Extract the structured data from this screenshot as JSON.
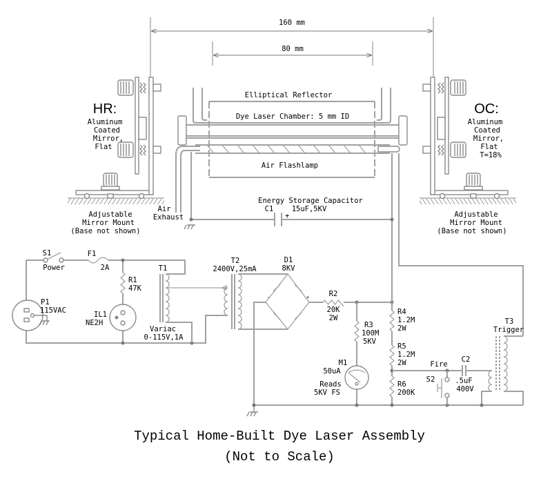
{
  "dimensions": {
    "overall": "160 mm",
    "chamber": "80 mm"
  },
  "laser": {
    "reflector": "Elliptical Reflector",
    "chamber": "Dye Laser Chamber: 5 mm ID",
    "flashlamp": "Air Flashlamp",
    "exhaust": [
      "Air",
      "Exhaust"
    ]
  },
  "hr_mirror": {
    "title": "HR:",
    "lines": [
      "Aluminum",
      "Coated",
      "Mirror,",
      "Flat"
    ],
    "mount": [
      "Adjustable",
      "Mirror Mount",
      "(Base not shown)"
    ]
  },
  "oc_mirror": {
    "title": "OC:",
    "lines": [
      "Aluminum",
      "Coated",
      "Mirror,",
      "Flat",
      "T=18%"
    ],
    "mount": [
      "Adjustable",
      "Mirror Mount",
      "(Base not shown)"
    ]
  },
  "c1": {
    "caption": "Energy Storage Capacitor",
    "ref": "C1",
    "value": "15uF,5KV",
    "polarity": "+"
  },
  "s1": {
    "ref": "S1",
    "label": "Power"
  },
  "f1": {
    "ref": "F1",
    "value": "2A"
  },
  "r1": {
    "ref": "R1",
    "value": "47K"
  },
  "p1": {
    "ref": "P1",
    "value": "115VAC"
  },
  "il1": {
    "ref": "IL1",
    "value": "NE2H"
  },
  "t1": {
    "ref": "T1",
    "lines": [
      "Variac",
      "0-115V,1A"
    ]
  },
  "t2": {
    "ref": "T2",
    "value": "2400V,25mA"
  },
  "d1": {
    "ref": "D1",
    "value": "8KV",
    "minus": "-",
    "plus": "+"
  },
  "r2": {
    "ref": "R2",
    "lines": [
      "20K",
      "2W"
    ]
  },
  "r3": {
    "ref": "R3",
    "lines": [
      "100M",
      "5KV"
    ]
  },
  "m1": {
    "ref": "M1",
    "value": "50uA",
    "lines": [
      "Reads",
      "5KV FS"
    ]
  },
  "r4": {
    "ref": "R4",
    "lines": [
      "1.2M",
      "2W"
    ]
  },
  "r5": {
    "ref": "R5",
    "lines": [
      "1.2M",
      "2W"
    ]
  },
  "r6": {
    "ref": "R6",
    "value": "200K"
  },
  "s2": {
    "ref": "S2",
    "label": "Fire"
  },
  "c2": {
    "ref": "C2",
    "lines": [
      ".5uF",
      "400V"
    ]
  },
  "t3": {
    "ref": "T3",
    "label": "Trigger"
  },
  "title": [
    "Typical Home-Built Dye Laser Assembly",
    "(Not to Scale)"
  ],
  "colors": {
    "line": "#a0a0a0",
    "text": "#000000",
    "background": "#ffffff"
  }
}
